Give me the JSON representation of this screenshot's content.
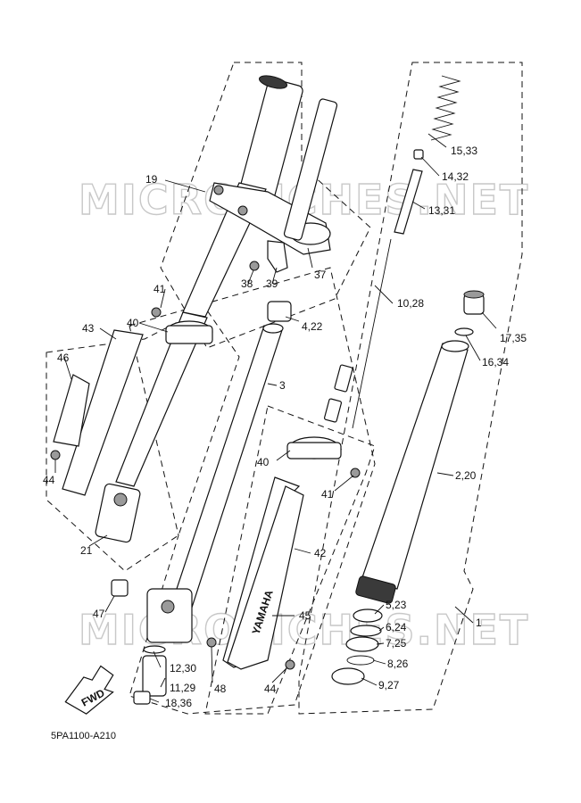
{
  "watermarks": [
    "MICROFICHES.NET",
    "MICROFICHES.NET"
  ],
  "callouts": [
    "19",
    "41",
    "40",
    "43",
    "46",
    "44",
    "21",
    "47",
    "12,30",
    "11,29",
    "18,36",
    "48",
    "38",
    "39",
    "37",
    "4,22",
    "3",
    "40",
    "41",
    "42",
    "45",
    "44",
    "15,33",
    "14,32",
    "13,31",
    "10,28",
    "17,35",
    "16,34",
    "2,20",
    "5,23",
    "6,24",
    "7,25",
    "8,26",
    "9,27",
    "1"
  ],
  "brand_text": "YAMAHA",
  "fwd_label": "FWD",
  "diagram_code": "5PA1100-A210"
}
